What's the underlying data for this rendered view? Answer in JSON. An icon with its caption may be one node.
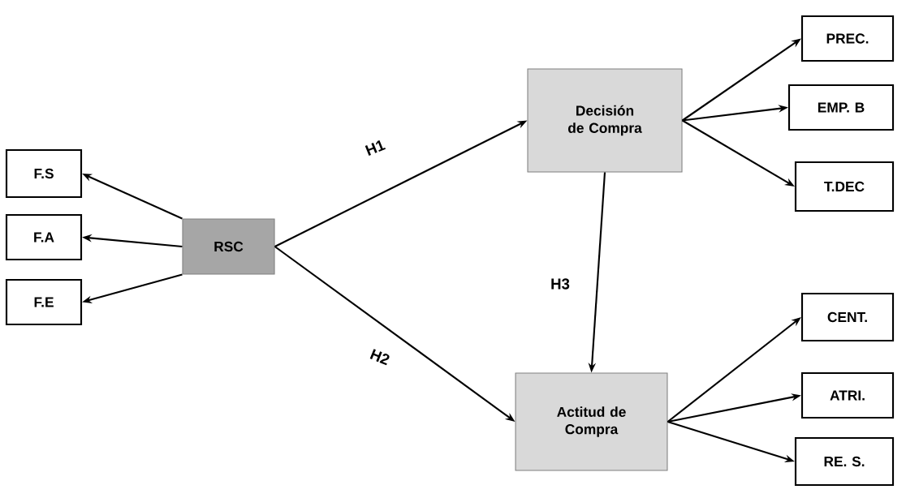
{
  "diagram": {
    "nodes": [
      {
        "text": [
          "F.S"
        ]
      },
      {
        "text": [
          "F.A"
        ]
      },
      {
        "text": [
          "F.E"
        ]
      },
      {
        "text": [
          "RSC"
        ]
      },
      {
        "text": [
          "Decisión de Compra"
        ]
      },
      {
        "text": [
          "Actitud de Compra"
        ]
      },
      {
        "text": [
          "PREC."
        ]
      },
      {
        "text": [
          "EMP. B"
        ]
      },
      {
        "text": [
          "T.DEC"
        ]
      },
      {
        "text": [
          "CENT."
        ]
      },
      {
        "text": [
          "ATRI."
        ]
      },
      {
        "text": [
          "RE. S."
        ]
      }
    ],
    "edges": [
      {
        "from": 3,
        "to": 0,
        "arrow": "to"
      },
      {
        "from": 3,
        "to": 1,
        "arrow": "to"
      },
      {
        "from": 3,
        "to": 2,
        "arrow": "to"
      },
      {
        "from": 3,
        "to": 4,
        "arrow": "to",
        "label": "H1"
      },
      {
        "from": 3,
        "to": 5,
        "arrow": "to",
        "label": "H2"
      },
      {
        "from": 4,
        "to": 5,
        "arrow": "to",
        "label": "H3"
      },
      {
        "from": 4,
        "to": 6,
        "arrow": "to"
      },
      {
        "from": 4,
        "to": 7,
        "arrow": "to"
      },
      {
        "from": 4,
        "to": 8,
        "arrow": "to"
      },
      {
        "from": 5,
        "to": 9,
        "arrow": "to"
      },
      {
        "from": 5,
        "to": 10,
        "arrow": "to"
      },
      {
        "from": 5,
        "to": 11,
        "arrow": "to"
      }
    ]
  }
}
